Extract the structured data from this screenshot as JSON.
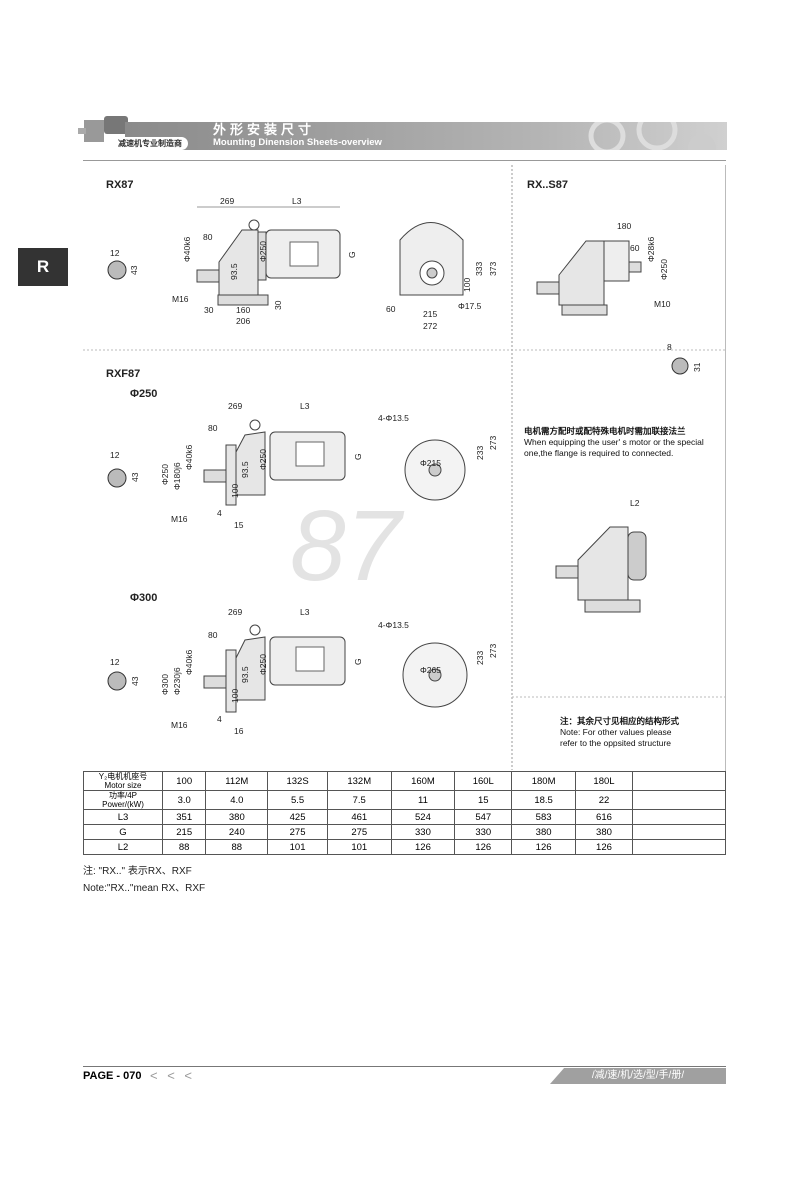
{
  "side_tab": "R",
  "header": {
    "maker": "减速机专业制造商",
    "title_cn": "外形安装尺寸",
    "title_en": "Mounting Dinension Sheets-overview"
  },
  "watermark": "87",
  "rx87": {
    "title": "RX87",
    "key_w": "12",
    "key_h": "43",
    "d269": "269",
    "dL3": "L3",
    "d80": "80",
    "shaft": "Φ40k6",
    "d93": "93.5",
    "d250": "Φ250",
    "G": "G",
    "M16": "M16",
    "d30a": "30",
    "d160": "160",
    "d206": "206",
    "d30b": "30",
    "d60": "60",
    "d215": "215",
    "d272": "272",
    "d17": "Φ17.5",
    "d100": "100",
    "d333": "333",
    "d373": "373"
  },
  "rxs87": {
    "title": "RX..S87",
    "d180": "180",
    "d60": "60",
    "shaft": "Φ28k6",
    "d250": "Φ250",
    "M10": "M10",
    "key_w": "8",
    "key_h": "31"
  },
  "rxf87": {
    "title": "RXF87",
    "v250": {
      "title": "Φ250",
      "key_w": "12",
      "key_h": "43",
      "d269": "269",
      "dL3": "L3",
      "d80": "80",
      "f1": "Φ250",
      "f2": "Φ180j6",
      "shaft": "Φ40k6",
      "d93": "93.5",
      "d250": "Φ250",
      "d100": "100",
      "G": "G",
      "M16": "M16",
      "d4": "4",
      "d15": "15",
      "holes": "4-Φ13.5",
      "pcd": "Φ215",
      "d233": "233",
      "d273": "273"
    },
    "v300": {
      "title": "Φ300",
      "key_w": "12",
      "key_h": "43",
      "d269": "269",
      "dL3": "L3",
      "d80": "80",
      "f1": "Φ300",
      "f2": "Φ230j6",
      "shaft": "Φ40k6",
      "d93": "93.5",
      "d250": "Φ250",
      "d100": "100",
      "G": "G",
      "M16": "M16",
      "d4": "4",
      "d16": "16",
      "holes": "4-Φ13.5",
      "pcd": "Φ265",
      "d233": "233",
      "d273": "273"
    }
  },
  "special_motor_note": {
    "cn": "电机需方配时或配特殊电机时需加联接法兰",
    "en1": "When equipping the user' s motor or the special",
    "en2": "one,the flange is required to connected."
  },
  "l2_label": "L2",
  "other_note": {
    "cn": "注：其余尺寸见相应的结构形式",
    "en1": "Note: For other values please",
    "en2": "refer to the oppsited structure"
  },
  "table": {
    "header_cn": "Y₂电机机座号",
    "header_en": "Motor size",
    "power_cn": "功率/4P",
    "power_en": "Power/(kW)",
    "motor_sizes": [
      "100",
      "112M",
      "132S",
      "132M",
      "160M",
      "160L",
      "180M",
      "180L"
    ],
    "power": [
      "3.0",
      "4.0",
      "5.5",
      "7.5",
      "11",
      "15",
      "18.5",
      "22"
    ],
    "rows": [
      {
        "label": "L3",
        "values": [
          "351",
          "380",
          "425",
          "461",
          "524",
          "547",
          "583",
          "616"
        ]
      },
      {
        "label": "G",
        "values": [
          "215",
          "240",
          "275",
          "275",
          "330",
          "330",
          "380",
          "380"
        ]
      },
      {
        "label": "L2",
        "values": [
          "88",
          "88",
          "101",
          "101",
          "126",
          "126",
          "126",
          "126"
        ]
      }
    ]
  },
  "notes": {
    "cn": "注: \"RX..\" 表示RX、RXF",
    "en": "Note:\"RX..\"mean RX、RXF"
  },
  "footer": {
    "page": "PAGE - 070",
    "arrows": "< < <",
    "book": "/减/速/机/选/型/手/册/"
  }
}
